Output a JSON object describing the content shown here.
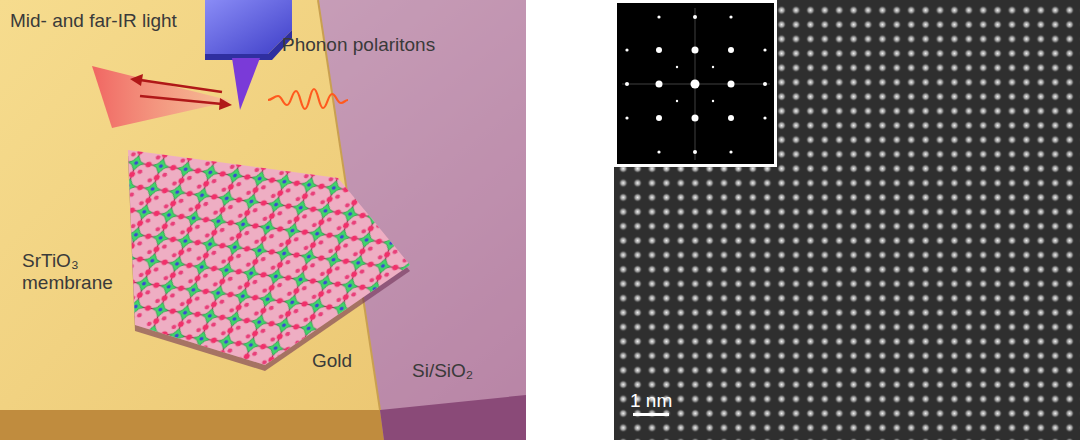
{
  "diagram": {
    "labels": [
      "Mid- and far-IR light",
      "Phonon polaritons",
      "SrTiO₃ membrane",
      "Gold",
      "Si/SiO₂",
      "1 nm"
    ]
  }
}
